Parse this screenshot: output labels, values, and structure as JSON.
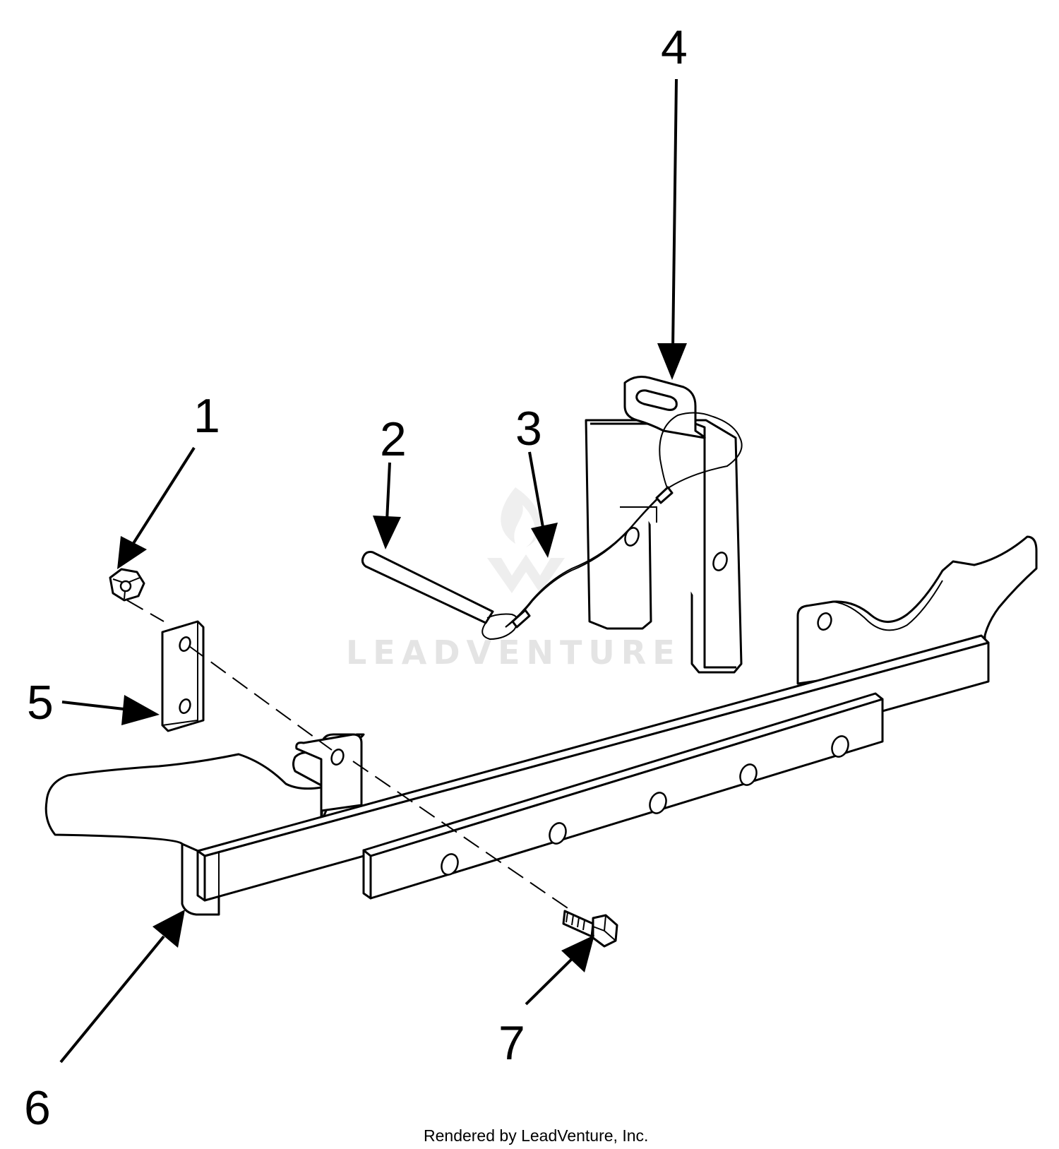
{
  "callouts": [
    {
      "id": "1",
      "label": "1"
    },
    {
      "id": "2",
      "label": "2"
    },
    {
      "id": "3",
      "label": "3"
    },
    {
      "id": "4",
      "label": "4"
    },
    {
      "id": "5",
      "label": "5"
    },
    {
      "id": "6",
      "label": "6"
    },
    {
      "id": "7",
      "label": "7"
    }
  ],
  "watermark": {
    "text": "LEADVENTURE"
  },
  "footer": {
    "text": "Rendered by LeadVenture, Inc."
  }
}
